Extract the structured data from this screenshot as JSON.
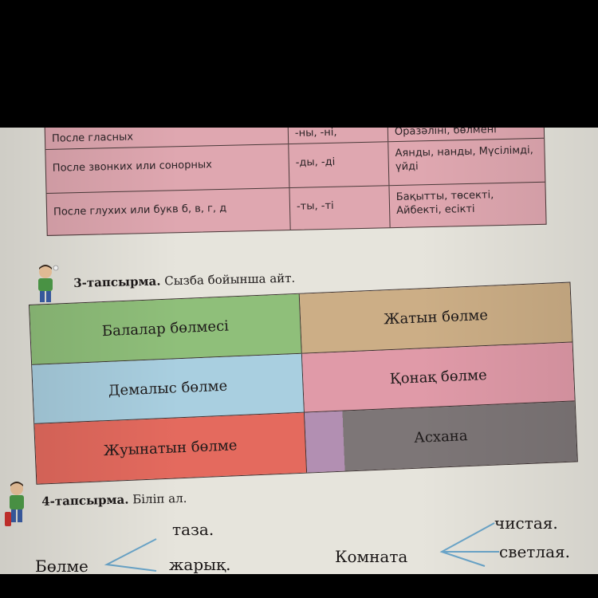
{
  "grammar_table": {
    "rows": [
      {
        "condition": "После гласных",
        "suffix": "-ны, -ні,",
        "examples": "Оразәліні, бөлмені"
      },
      {
        "condition": "После звонких или сонорных",
        "suffix": "-ды, -ді",
        "examples": "Аянды, нанды, Мүсілімді, үйді"
      },
      {
        "condition": "После глухих или букв б, в, г, д",
        "suffix": "-ты, -ті",
        "examples": "Бақытты, төсекті, Айбекті, есікті"
      }
    ]
  },
  "task3": {
    "number": "3-тапсырма.",
    "instruction": "Сызба бойынша айт.",
    "rooms": [
      {
        "name": "Балалар бөлмесі",
        "color": "#8fbf7a"
      },
      {
        "name": "Жатын бөлме",
        "color": "#ccae86"
      },
      {
        "name": "Демалыс бөлме",
        "color": "#a9cfe0"
      },
      {
        "name": "Қонақ бөлме",
        "color": "#e09aa8"
      },
      {
        "name": "Жуынатын бөлме",
        "color": "#e46a5e"
      },
      {
        "name": "Асхана",
        "color": "#b28fb2"
      }
    ]
  },
  "task4": {
    "number": "4-тапсырма.",
    "instruction": "Біліп ал.",
    "left_word": "Бөлме",
    "left_branches": [
      "таза.",
      "жарық."
    ],
    "right_word": "Комната",
    "right_branches": [
      "чистая.",
      "светлая."
    ]
  }
}
